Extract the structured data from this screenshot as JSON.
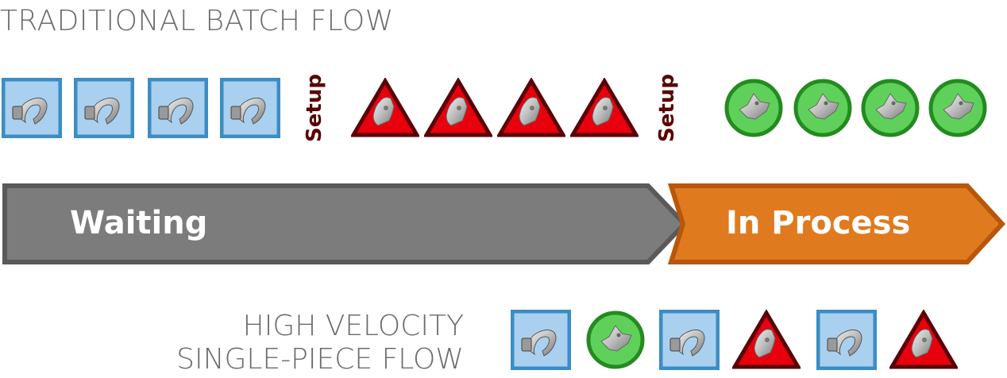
{
  "batch_flow": {
    "title": "TRADITIONAL BATCH FLOW",
    "setup_label_1": "Setup",
    "setup_label_2": "Setup"
  },
  "timeline": {
    "waiting_label": "Waiting",
    "in_process_label": "In Process",
    "waiting_color": "#7c7c7c",
    "in_process_color": "#e07a1f"
  },
  "single_piece_flow": {
    "title_line_1": "HIGH VELOCITY",
    "title_line_2": "SINGLE-PIECE FLOW"
  },
  "colors": {
    "square_fill": "#a9d0ef",
    "square_stroke": "#3b8dc4",
    "triangle_fill": "#e8000c",
    "triangle_stroke": "#5a0008",
    "circle_fill": "#5fd15a",
    "circle_stroke": "#238b1f"
  },
  "icons": {
    "square": "hook-part-icon",
    "triangle": "bracket-part-icon",
    "circle": "clip-part-icon"
  }
}
